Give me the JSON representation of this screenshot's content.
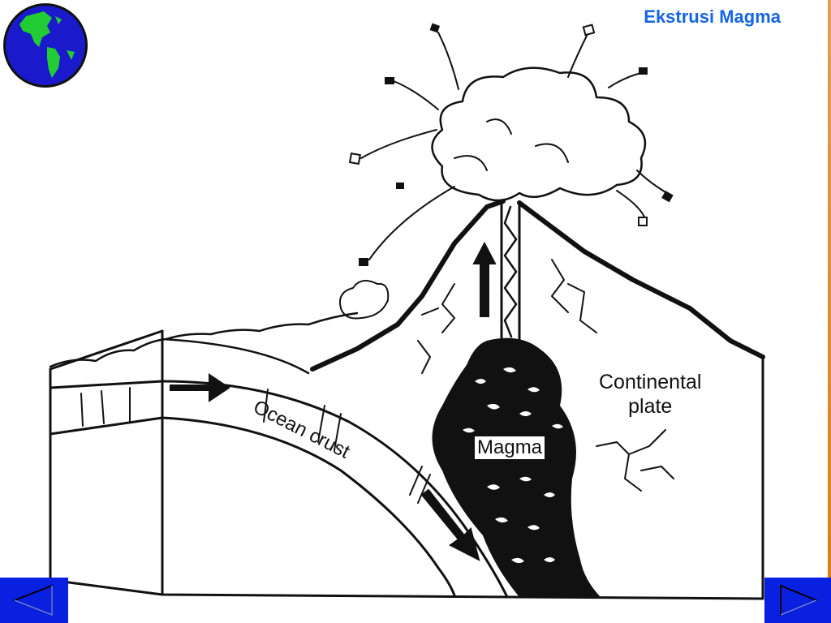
{
  "slide": {
    "title": "Ekstrusi Magma"
  },
  "diagram": {
    "labels": {
      "continental_line1": "Continental",
      "continental_line2": "plate",
      "magma": "Magma",
      "ocean_crust": "Ocean crust"
    }
  },
  "navigation": {
    "prev_icon": "triangle-left-icon",
    "next_icon": "triangle-right-icon",
    "button_color": "#0a20e0"
  },
  "colors": {
    "title": "#1565e6",
    "globe_ocean": "#1a1acc",
    "globe_land": "#22cc33",
    "edge_accent": "#e07a10"
  }
}
